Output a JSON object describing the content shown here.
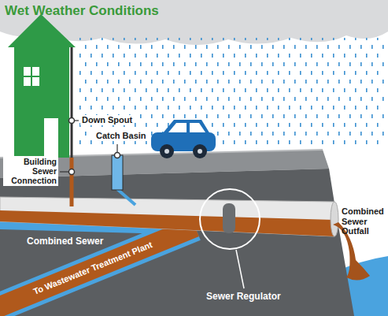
{
  "diagram": {
    "title": "Wet Weather Conditions",
    "labels": [
      "Down Spout",
      "Catch Basin",
      "Building Sewer Connection",
      "Combined Sewer",
      "To Wastewater Treatment Plant",
      "Sewer Regulator",
      "Combined Sewer Outfall"
    ]
  }
}
